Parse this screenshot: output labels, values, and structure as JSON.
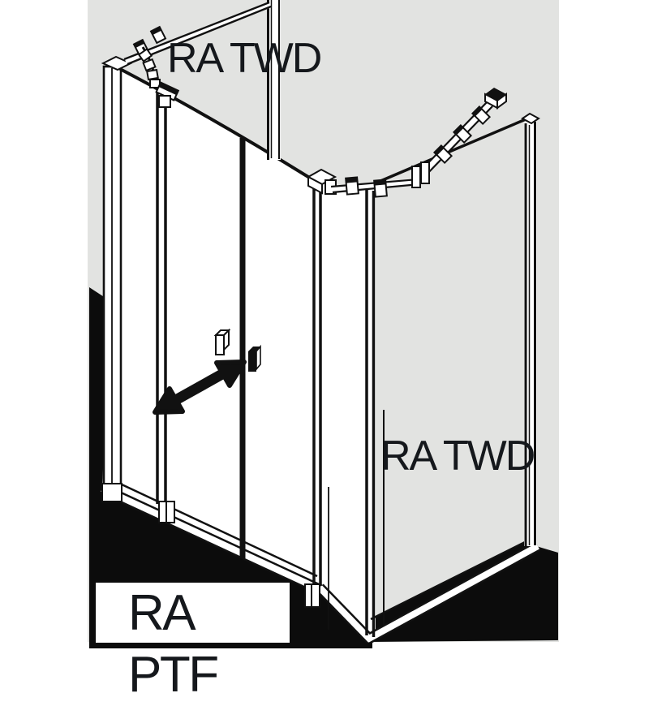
{
  "diagram": {
    "title": "Shower enclosure line drawing",
    "labels": {
      "top_side_wall": "RA TWD",
      "right_side_wall": "RA TWD",
      "front_doors": "RA PTF"
    },
    "arrow": "double-headed swing-direction arrow",
    "colors": {
      "page_bg": "#ffffff",
      "canvas": "#e2e3e1",
      "ink": "#111111",
      "glass_front": "#ffffff",
      "floor": "#0c0c0c",
      "label_bg": "#ffffff",
      "label_text": "#15181c"
    }
  }
}
